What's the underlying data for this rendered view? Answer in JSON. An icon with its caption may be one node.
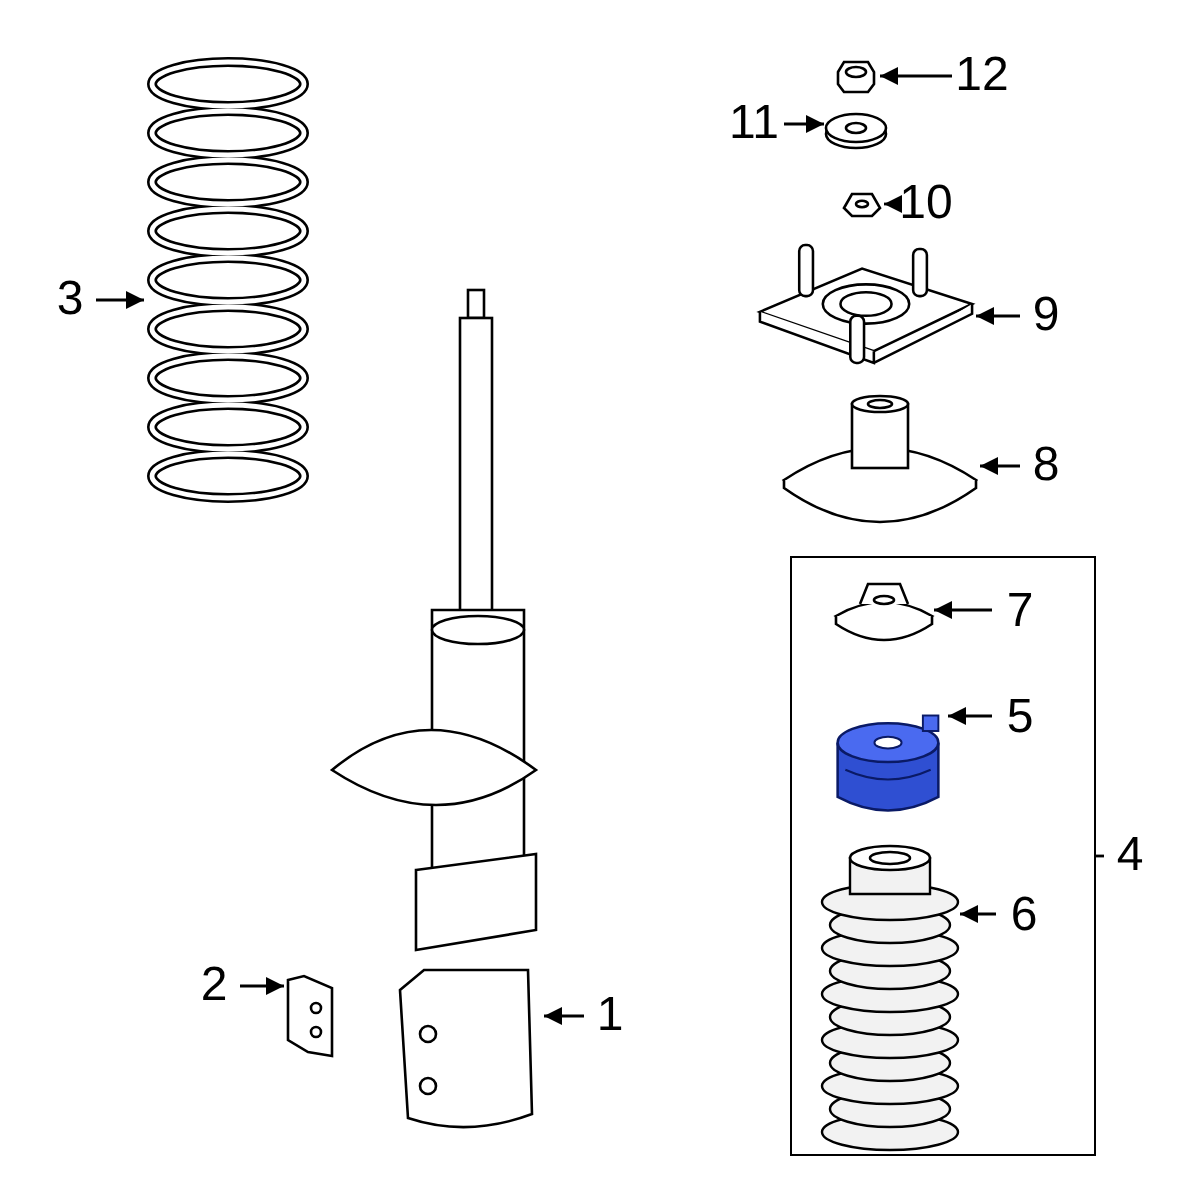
{
  "diagram": {
    "nodes": [
      {
        "text": [
          "12"
        ]
      },
      {
        "text": [],
        "shape": "picture"
      },
      {
        "text": [
          "11"
        ]
      },
      {
        "text": [],
        "shape": "picture"
      },
      {
        "text": [
          "10"
        ]
      },
      {
        "text": [],
        "shape": "picture"
      },
      {
        "text": [
          "9"
        ]
      },
      {
        "text": [],
        "shape": "picture"
      },
      {
        "text": [
          "8"
        ]
      },
      {
        "text": [],
        "shape": "picture"
      },
      {
        "text": [
          "3"
        ]
      },
      {
        "text": [],
        "shape": "picture"
      },
      {
        "text": [],
        "shape": "box"
      },
      {
        "text": [],
        "shape": "picture",
        "in": 12
      },
      {
        "text": [
          "7"
        ],
        "in": 12
      },
      {
        "text": [],
        "shape": "picture",
        "in": 12
      },
      {
        "text": [
          "5"
        ],
        "in": 12
      },
      {
        "text": [],
        "shape": "picture",
        "in": 12
      },
      {
        "text": [
          "6"
        ],
        "in": 12
      },
      {
        "text": [
          "4"
        ]
      },
      {
        "text": [
          "2"
        ]
      },
      {
        "text": [],
        "shape": "picture"
      },
      {
        "text": [
          "1"
        ]
      },
      {
        "text": [],
        "shape": "picture"
      }
    ],
    "edges": [
      {
        "from": 0,
        "to": 1,
        "arrow": "to"
      },
      {
        "from": 2,
        "to": 3,
        "arrow": "to"
      },
      {
        "from": 4,
        "to": 5,
        "arrow": "to"
      },
      {
        "from": 6,
        "to": 7,
        "arrow": "to"
      },
      {
        "from": 8,
        "to": 9,
        "arrow": "to"
      },
      {
        "from": 10,
        "to": 11,
        "arrow": "to"
      },
      {
        "from": 14,
        "to": 13,
        "arrow": "to"
      },
      {
        "from": 16,
        "to": 15,
        "arrow": "to"
      },
      {
        "from": 18,
        "to": 17,
        "arrow": "to"
      },
      {
        "from": 19,
        "to": 12,
        "arrow": "none"
      },
      {
        "from": 20,
        "to": 21,
        "arrow": "to"
      },
      {
        "from": 22,
        "to": 23,
        "arrow": "to"
      }
    ]
  }
}
